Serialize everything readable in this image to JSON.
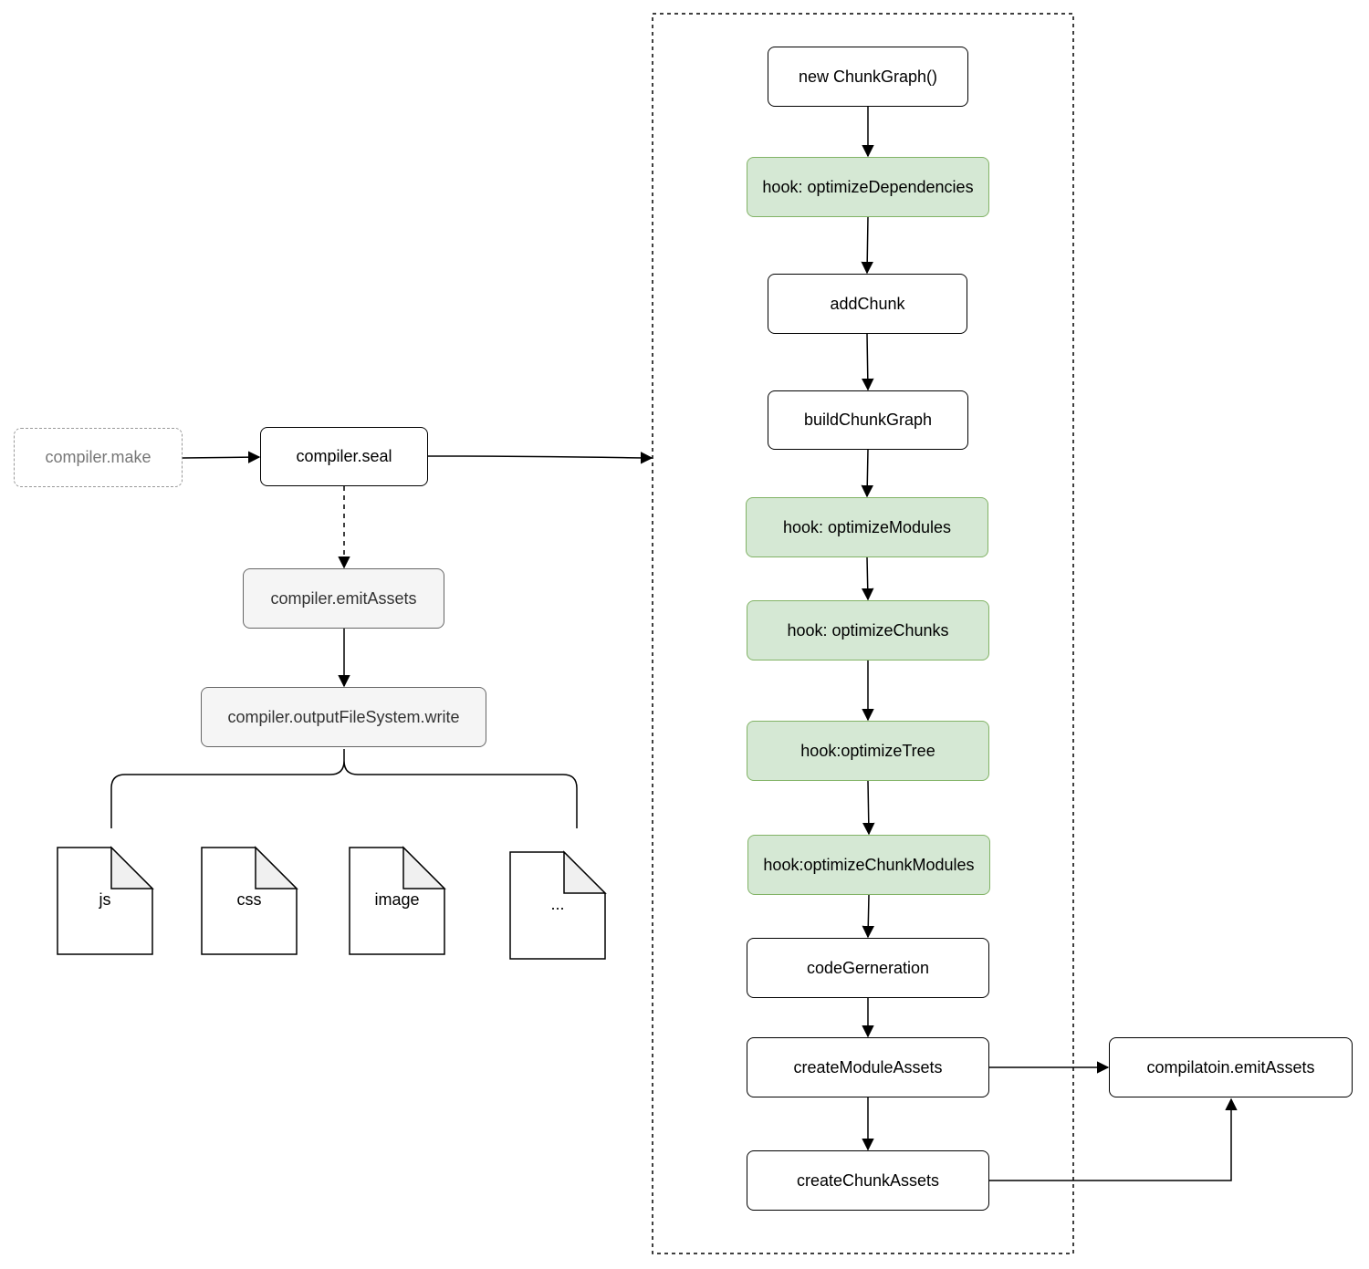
{
  "diagram": {
    "left": {
      "make": "compiler.make",
      "seal": "compiler.seal",
      "emit_assets": "compiler.emitAssets",
      "write": "compiler.outputFileSystem.write",
      "files": [
        "js",
        "css",
        "image",
        "..."
      ]
    },
    "seal_steps": [
      {
        "label": "new ChunkGraph()",
        "kind": "plain"
      },
      {
        "label": "hook: optimizeDependencies",
        "kind": "hook"
      },
      {
        "label": "addChunk",
        "kind": "plain"
      },
      {
        "label": "buildChunkGraph",
        "kind": "plain"
      },
      {
        "label": "hook: optimizeModules",
        "kind": "hook"
      },
      {
        "label": "hook: optimizeChunks",
        "kind": "hook"
      },
      {
        "label": "hook:optimizeTree",
        "kind": "hook"
      },
      {
        "label": "hook:optimizeChunkModules",
        "kind": "hook"
      },
      {
        "label": "codeGerneration",
        "kind": "plain"
      },
      {
        "label": "createModuleAssets",
        "kind": "plain"
      },
      {
        "label": "createChunkAssets",
        "kind": "plain"
      }
    ],
    "compilation_emit": "compilatoin.emitAssets",
    "colors": {
      "hook_fill": "#d5e8d4",
      "hook_stroke": "#82b366",
      "gray_fill": "#f5f5f5",
      "gray_stroke": "#666666",
      "ghost_stroke": "#999999"
    }
  }
}
